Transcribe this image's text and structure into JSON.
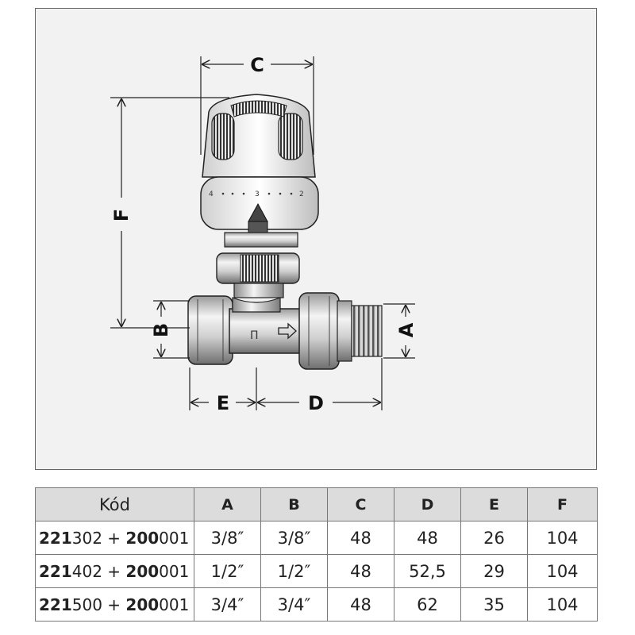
{
  "drawing": {
    "dimension_labels": {
      "A": "A",
      "B": "B",
      "C": "C",
      "D": "D",
      "E": "E",
      "F": "F"
    },
    "dial_ticks": [
      "4",
      "3",
      "2"
    ]
  },
  "table": {
    "headers": [
      "Kód",
      "A",
      "B",
      "C",
      "D",
      "E",
      "F"
    ],
    "rows": [
      {
        "code_bold_1": "221",
        "code_1": "302",
        "joiner": " + ",
        "code_bold_2": "200",
        "code_2": "001",
        "values": [
          "3/8″",
          "3/8″",
          "48",
          "48",
          "26",
          "104"
        ]
      },
      {
        "code_bold_1": "221",
        "code_1": "402",
        "joiner": " + ",
        "code_bold_2": "200",
        "code_2": "001",
        "values": [
          "1/2″",
          "1/2″",
          "48",
          "52,5",
          "29",
          "104"
        ]
      },
      {
        "code_bold_1": "221",
        "code_1": "500",
        "joiner": " + ",
        "code_bold_2": "200",
        "code_2": "001",
        "values": [
          "3/4″",
          "3/4″",
          "48",
          "62",
          "35",
          "104"
        ]
      }
    ]
  }
}
